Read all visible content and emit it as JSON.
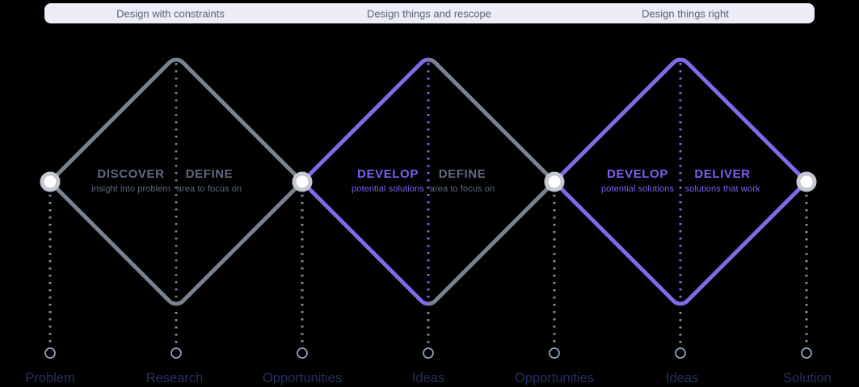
{
  "header": {
    "items": [
      {
        "label": "Design with constraints"
      },
      {
        "label": "Design things and rescope"
      },
      {
        "label": "Design things right"
      }
    ]
  },
  "diamonds": [
    {
      "left_title": "DISCOVER",
      "left_subtitle": "insight into problem",
      "right_title": "DEFINE",
      "right_subtitle": "area to focus on",
      "left_color": "gray",
      "right_color": "gray"
    },
    {
      "left_title": "DEVELOP",
      "left_subtitle": "potential solutions",
      "right_title": "DEFINE",
      "right_subtitle": "area to focus on",
      "left_color": "purple",
      "right_color": "gray"
    },
    {
      "left_title": "DEVELOP",
      "left_subtitle": "potential solutions",
      "right_title": "DELIVER",
      "right_subtitle": "solutions that work",
      "left_color": "purple",
      "right_color": "purple"
    }
  ],
  "milestones": [
    {
      "label": "Problem"
    },
    {
      "label": "Research"
    },
    {
      "label": "Opportunities"
    },
    {
      "label": "Ideas"
    },
    {
      "label": "Opportunities"
    },
    {
      "label": "Ideas"
    },
    {
      "label": "Solution"
    }
  ],
  "colors": {
    "bg": "#000000",
    "header-bg": "#edecf9",
    "header-text": "#5b6372",
    "gray-line": "#79828f",
    "purple-line": "#8169e8",
    "gray-dots": "#6f7988",
    "purple-dots": "#7e63e2",
    "slate-dots": "#7c8ea6",
    "node-ring": "#c3c8d1",
    "milestone-ring": "#93a6c0",
    "gray-text": "#5e6a80",
    "purple-text": "#7d5ef0",
    "milestone-text": "#22315e"
  }
}
